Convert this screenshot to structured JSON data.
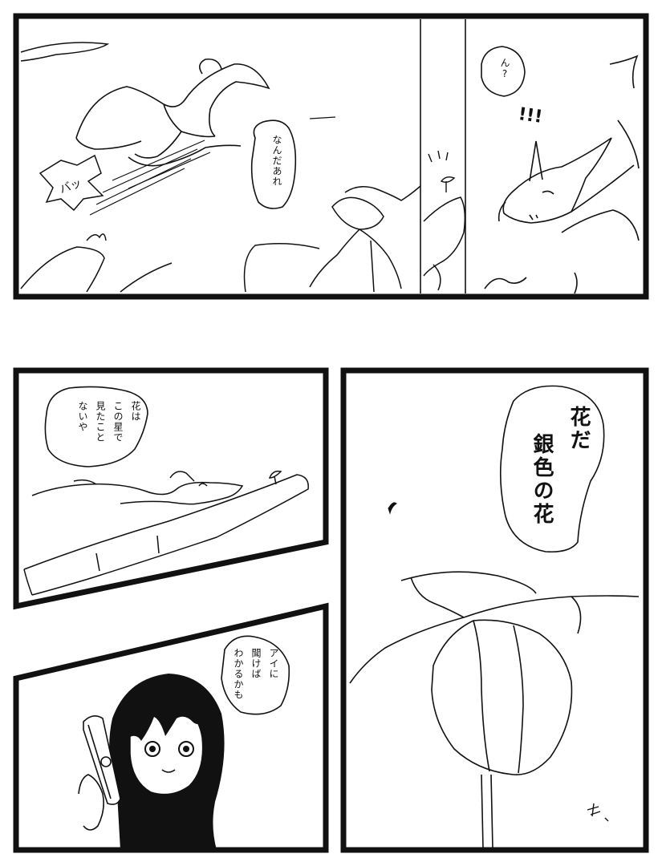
{
  "page": {
    "background": "#ffffff",
    "ink": "#111111"
  },
  "panels": {
    "panel1": {
      "sfx_bat": "バッ",
      "sfx_marks": "!!!",
      "bubble_left": "なんだあれ",
      "bubble_right": "ん?"
    },
    "panel2": {
      "bubble_lines": [
        "花は",
        "この星で",
        "見たこと",
        "ないや"
      ]
    },
    "panel3": {
      "bubble_lines": [
        "アイに",
        "聞けば",
        "わかるかも"
      ]
    },
    "panel4": {
      "bubble_lines": [
        "花だ",
        "銀色の花"
      ]
    }
  }
}
